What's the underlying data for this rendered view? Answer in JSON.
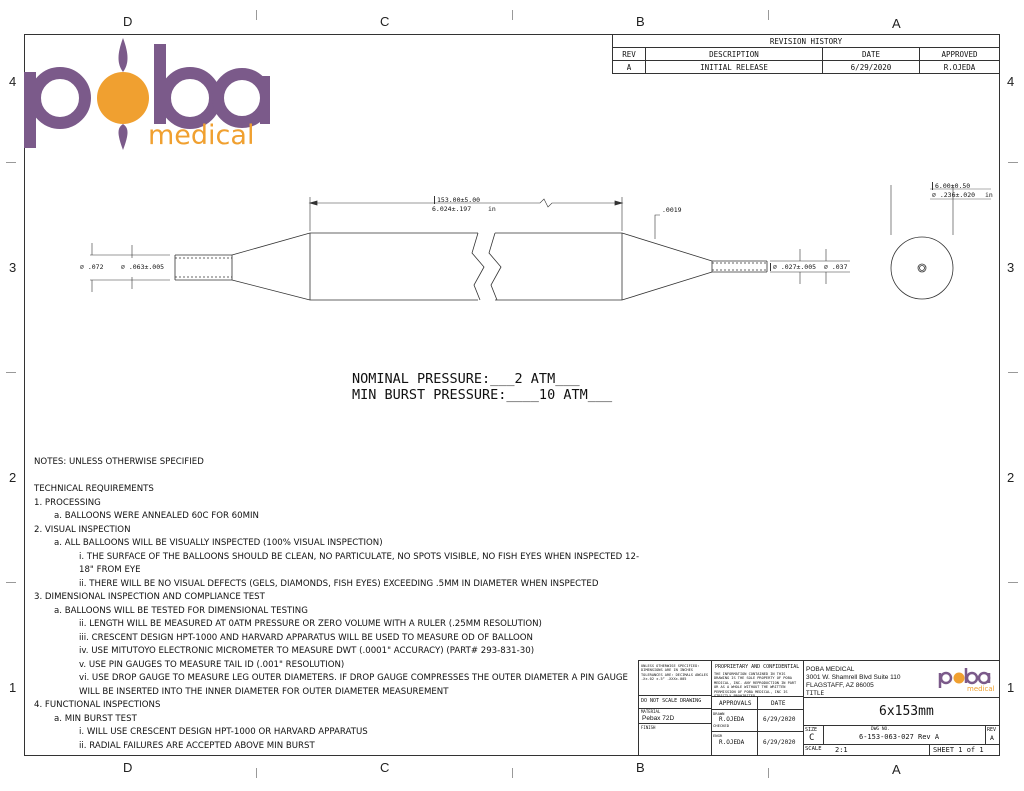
{
  "zones": {
    "top": [
      "D",
      "C",
      "B",
      "A"
    ],
    "bottom": [
      "D",
      "C",
      "B",
      "A"
    ],
    "left": [
      "4",
      "3",
      "2",
      "1"
    ],
    "right": [
      "4",
      "3",
      "2",
      "1"
    ]
  },
  "logo": {
    "main": "poba",
    "sub": "medical",
    "colors": {
      "purple": "#7b5a8a",
      "orange": "#f0a030"
    }
  },
  "revision": {
    "title": "REVISION HISTORY",
    "headers": [
      "REV",
      "DESCRIPTION",
      "DATE",
      "APPROVED"
    ],
    "rows": [
      [
        "A",
        "INITIAL RELEASE",
        "6/29/2020",
        "R.OJEDA"
      ]
    ]
  },
  "drawing": {
    "length_dim": "153.00±5.00",
    "length_in": "6.024±.197",
    "length_unit": "in",
    "wall": ".0019",
    "od_left": "∅ .072",
    "id_left": "∅ .063±.005",
    "id_right": "∅ .027±.005",
    "od_right": "∅ .037",
    "end_dim": "6.00±0.50",
    "end_in": "∅ .236±.020",
    "end_unit": "in"
  },
  "pressure": {
    "nominal": "NOMINAL PRESSURE:___2 ATM___",
    "burst": "MIN BURST PRESSURE:____10 ATM___"
  },
  "notes": [
    {
      "t": "NOTES: UNLESS OTHERWISE SPECIFIED",
      "i": 0,
      "gap": true
    },
    {
      "t": "TECHNICAL REQUIREMENTS",
      "i": 0
    },
    {
      "t": "1. PROCESSING",
      "i": 0
    },
    {
      "t": "a. BALLOONS WERE ANNEALED 60C FOR 60MIN",
      "i": 1
    },
    {
      "t": "2. VISUAL INSPECTION",
      "i": 0
    },
    {
      "t": "a. ALL BALLOONS WILL BE VISUALLY INSPECTED (100% VISUAL INSPECTION)",
      "i": 1
    },
    {
      "t": "i. THE SURFACE OF THE BALLOONS SHOULD BE CLEAN, NO PARTICULATE, NO SPOTS VISIBLE, NO FISH EYES WHEN INSPECTED 12-",
      "i": 2
    },
    {
      "t": "18\" FROM EYE",
      "i": 2
    },
    {
      "t": "ii. THERE WILL BE NO VISUAL DEFECTS (GELS, DIAMONDS, FISH EYES) EXCEEDING .5MM IN DIAMETER WHEN INSPECTED",
      "i": 2
    },
    {
      "t": "3. DIMENSIONAL INSPECTION AND COMPLIANCE TEST",
      "i": 0
    },
    {
      "t": "a. BALLOONS WILL BE TESTED FOR DIMENSIONAL TESTING",
      "i": 1
    },
    {
      "t": "ii. LENGTH WILL BE MEASURED AT 0ATM PRESSURE OR ZERO VOLUME WITH A RULER (.25MM RESOLUTION)",
      "i": 2
    },
    {
      "t": "iii. CRESCENT DESIGN HPT-1000 AND HARVARD APPARATUS WILL BE USED TO MEASURE OD OF BALLOON",
      "i": 2
    },
    {
      "t": "iv. USE MITUTOYO ELECTRONIC MICROMETER TO MEASURE DWT (.0001\" ACCURACY) (PART# 293-831-30)",
      "i": 2
    },
    {
      "t": "v. USE PIN GAUGES TO MEASURE TAIL ID (.001\" RESOLUTION)",
      "i": 2
    },
    {
      "t": "vi. USE DROP GAUGE TO MEASURE LEG OUTER DIAMETERS. IF DROP GAUGE COMPRESSES THE OUTER DIAMETER A PIN GAUGE",
      "i": 2
    },
    {
      "t": "WILL BE INSERTED INTO THE INNER DIAMETER FOR OUTER DIAMETER MEASUREMENT",
      "i": 2
    },
    {
      "t": "4. FUNCTIONAL INSPECTIONS",
      "i": 0
    },
    {
      "t": "a. MIN BURST TEST",
      "i": 1
    },
    {
      "t": "i. WILL USE CRESCENT DESIGN HPT-1000 OR HARVARD APPARATUS",
      "i": 2
    },
    {
      "t": "ii. RADIAL FAILURES ARE ACCEPTED ABOVE MIN BURST",
      "i": 2
    }
  ],
  "titleblock": {
    "tolerances": "UNLESS OTHERWISE SPECIFIED: DIMENSIONS ARE IN INCHES TOLERANCES ARE: DECIMALS ANGLES .X±.02 ±.5° .XXX±.005",
    "noscale": "DO NOT SCALE DRAWING",
    "material_label": "MATERIAL",
    "material": "Pebax 72D",
    "finish_label": "FINISH",
    "proprietary_title": "PROPRIETARY AND CONFIDENTIAL",
    "proprietary_text": "THE INFORMATION CONTAINED IN THIS DRAWING IS THE SOLE PROPERTY OF POBA MEDICAL, INC. ANY REPRODUCTION IN PART OR AS A WHOLE WITHOUT THE WRITTEN PERMISSION OF POBA MEDICAL, INC IS STRICTLY PROHIBITED.",
    "approvals": "APPROVALS",
    "date": "DATE",
    "drawn_label": "DRAWN",
    "drawn": "R.OJEDA",
    "drawn_date": "6/29/2020",
    "checked_label": "CHECKED",
    "engr_label": "ENGR",
    "engr": "R.OJEDA",
    "engr_date": "6/29/2020",
    "company": "POBA MEDICAL",
    "address1": "3001 W. Shamrell Blvd Suite 110",
    "address2": "FLAGSTAFF, AZ 86005",
    "title_label": "TITLE",
    "title": "6x153mm",
    "size_label": "SIZE",
    "size": "C",
    "dwg_label": "DWG NO.",
    "dwg": "6-153-063-027 Rev A",
    "rev_label": "REV",
    "rev": "A",
    "scale_label": "SCALE",
    "scale": "2:1",
    "sheet": "SHEET 1 of 1"
  }
}
